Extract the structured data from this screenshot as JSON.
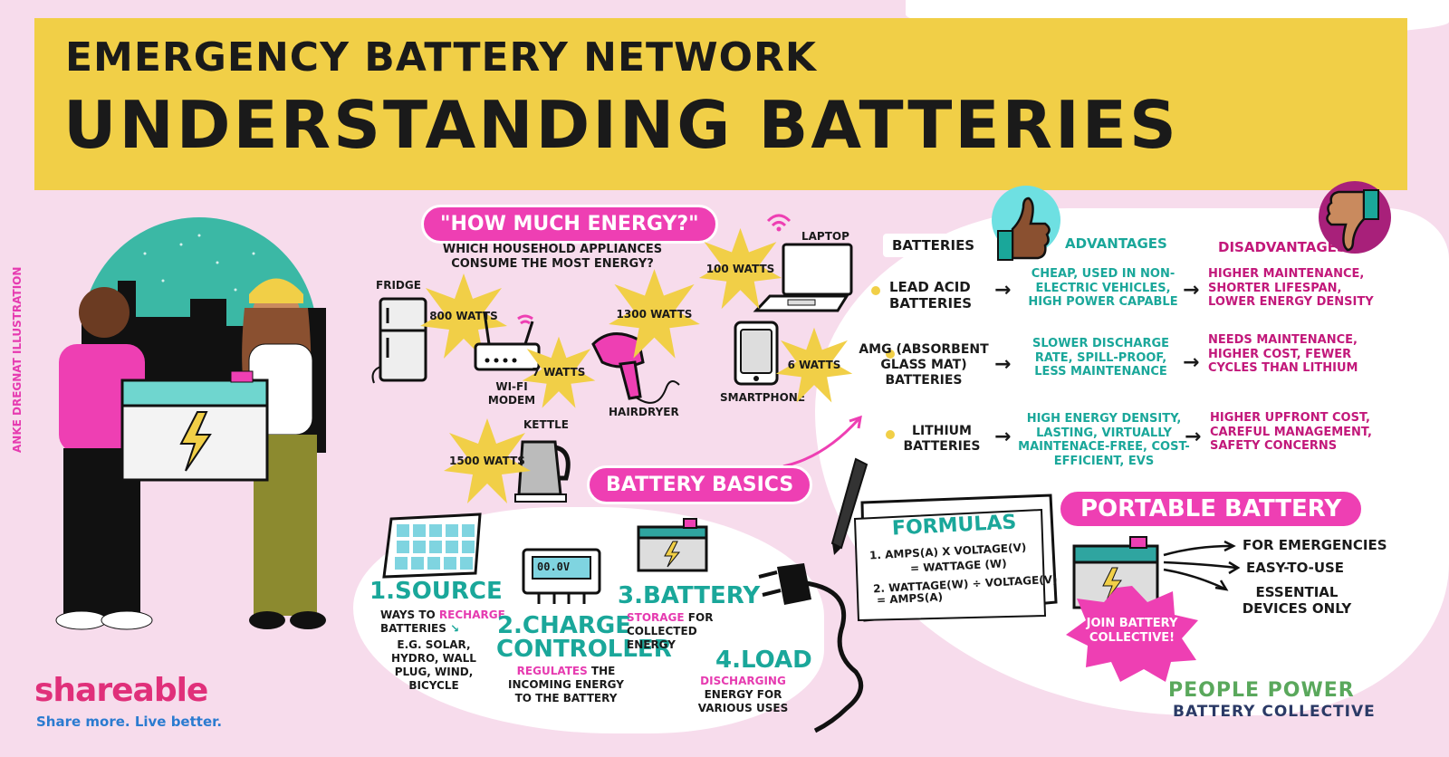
{
  "header": {
    "subtitle": "EMERGENCY BATTERY NETWORK",
    "title": "UNDERSTANDING BATTERIES"
  },
  "illustrator_credit": "ANKE DREGNAT ILLUSTRATION",
  "energy": {
    "heading": "\"HOW MUCH ENERGY?\"",
    "question": "WHICH HOUSEHOLD APPLIANCES CONSUME THE MOST ENERGY?",
    "appliances": [
      {
        "name": "FRIDGE",
        "watts": "800 WATTS"
      },
      {
        "name": "WI-FI MODEM",
        "watts": "7 WATTS"
      },
      {
        "name": "HAIRDRYER",
        "watts": "1300 WATTS"
      },
      {
        "name": "LAPTOP",
        "watts": "100 WATTS"
      },
      {
        "name": "SMARTPHONE",
        "watts": "6 WATTS"
      },
      {
        "name": "KETTLE",
        "watts": "1500 WATTS"
      }
    ]
  },
  "table": {
    "col_batteries": "BATTERIES",
    "col_advantages": "ADVANTAGES",
    "col_disadvantages": "DISADVANTAGES",
    "rows": [
      {
        "type": "LEAD ACID BATTERIES",
        "advantages": "CHEAP, USED IN NON-ELECTRIC VEHICLES, HIGH POWER CAPABLE",
        "disadvantages": "HIGHER MAINTENANCE, SHORTER LIFESPAN, LOWER ENERGY DENSITY"
      },
      {
        "type": "AMG (ABSORBENT GLASS MAT) BATTERIES",
        "advantages": "SLOWER DISCHARGE RATE, SPILL-PROOF, LESS MAINTENANCE",
        "disadvantages": "NEEDS MAINTENANCE, HIGHER COST, FEWER CYCLES THAN LITHIUM"
      },
      {
        "type": "LITHIUM BATTERIES",
        "advantages": "HIGH ENERGY DENSITY, LASTING, VIRTUALLY MAINTENACE-FREE, COST-EFFICIENT, EVs",
        "disadvantages": "HIGHER UPFRONT COST, CAREFUL MANAGEMENT, SAFETY CONCERNS"
      }
    ]
  },
  "basics": {
    "heading": "BATTERY BASICS",
    "steps": [
      {
        "title": "1.SOURCE",
        "text_a": "WAYS TO",
        "highlight": "RECHARGE",
        "text_b": "BATTERIES",
        "extra": "E.G. SOLAR, HYDRO, WALL PLUG, WIND, BICYCLE"
      },
      {
        "title": "2.CHARGE CONTROLLER",
        "highlight": "REGULATES",
        "text_b": "THE INCOMING ENERGY TO THE BATTERY",
        "display": "00.0V"
      },
      {
        "title": "3.BATTERY",
        "highlight": "STORAGE",
        "text_b": "FOR COLLECTED ENERGY"
      },
      {
        "title": "4.LOAD",
        "highlight": "DISCHARGING",
        "text_b": "ENERGY FOR VARIOUS USES"
      }
    ]
  },
  "formulas": {
    "heading": "FORMULAS",
    "line1": "1. AMPS(A) x VOLTAGE(V)",
    "line1b": "= WATTAGE (W)",
    "line2": "2. WATTAGE(W) ÷ VOLTAGE(V)",
    "line2b": "= AMPS(A)"
  },
  "portable": {
    "heading": "PORTABLE BATTERY",
    "uses": [
      "FOR EMERGENCIES",
      "EASY-TO-USE",
      "ESSENTIAL DEVICES ONLY"
    ],
    "cta": "JOIN BATTERY COLLECTIVE!"
  },
  "footer": {
    "brand": "SHAREABLE",
    "tagline": "Share more. Live better.",
    "partner_line1": "PEOPLE POWER",
    "partner_line2": "BATTERY COLLECTIVE"
  },
  "colors": {
    "background": "#f7dcec",
    "header": "#f1cf47",
    "pink": "#ee3fb3",
    "teal": "#1aa79a",
    "magenta": "#c2187a",
    "green_brand": "#5aa85c",
    "navy_brand": "#2b3a66"
  },
  "icons": [
    "lightning-icon",
    "thumbs-up-icon",
    "thumbs-down-icon",
    "wifi-icon",
    "plug-icon",
    "pencil-icon",
    "solar-panel-icon"
  ]
}
